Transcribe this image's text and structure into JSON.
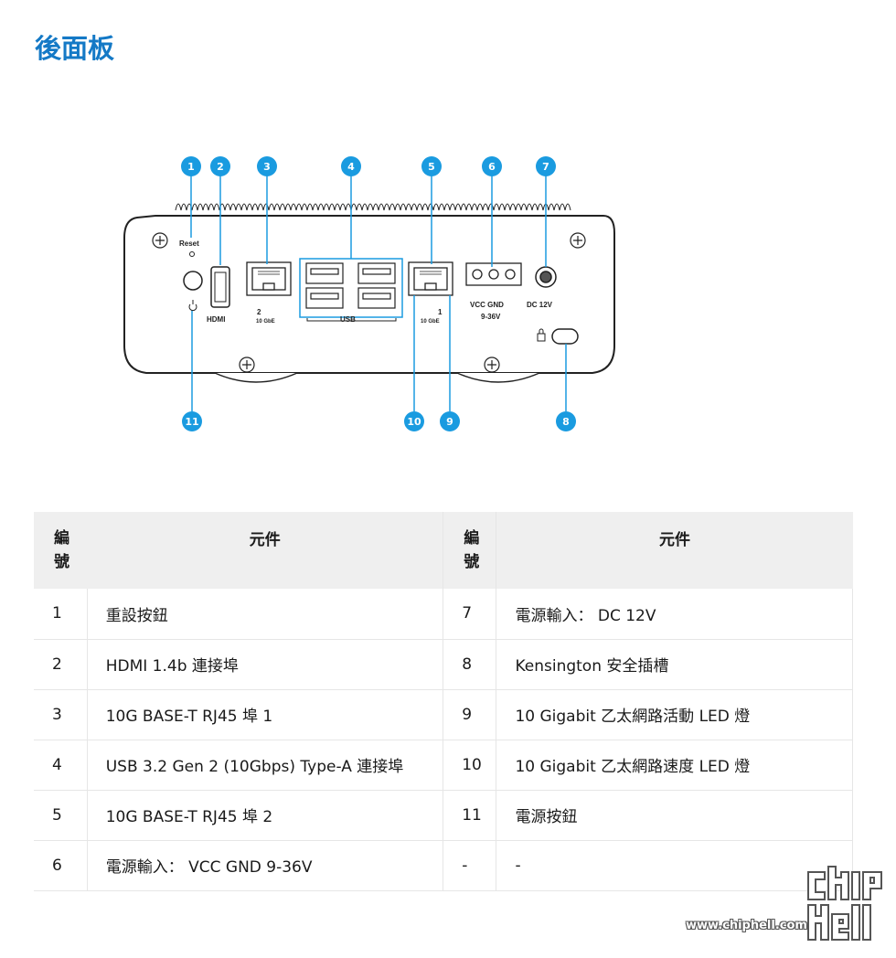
{
  "page": {
    "title": "後面板"
  },
  "diagram": {
    "callouts": [
      "1",
      "2",
      "3",
      "4",
      "5",
      "6",
      "7",
      "8",
      "9",
      "10",
      "11"
    ],
    "labels": {
      "reset": "Reset",
      "hdmi": "HDMI",
      "lan_a_num": "2",
      "lan_a_speed": "10 GbE",
      "usb": "USB",
      "lan_b_num": "1",
      "lan_b_speed": "10 GbE",
      "vcc_gnd": "VCC GND",
      "voltage": "9-36V",
      "dc": "DC 12V"
    },
    "colors": {
      "callout": "#1a9be0",
      "line": "#1a9be0",
      "chassis": "#222222"
    }
  },
  "table": {
    "header": {
      "num": "編號",
      "component": "元件"
    },
    "rows": [
      {
        "n1": "1",
        "c1": "重設按鈕",
        "n2": "7",
        "c2": "電源輸入： DC 12V"
      },
      {
        "n1": "2",
        "c1": "HDMI 1.4b 連接埠",
        "n2": "8",
        "c2": "Kensington 安全插槽"
      },
      {
        "n1": "3",
        "c1": "10G BASE-T RJ45 埠 1",
        "n2": "9",
        "c2": "10 Gigabit 乙太網路活動 LED 燈"
      },
      {
        "n1": "4",
        "c1": "USB 3.2 Gen 2 (10Gbps) Type-A 連接埠",
        "n2": "10",
        "c2": "10 Gigabit 乙太網路速度 LED 燈"
      },
      {
        "n1": "5",
        "c1": "10G BASE-T RJ45 埠 2",
        "n2": "11",
        "c2": "電源按鈕"
      },
      {
        "n1": "6",
        "c1": "電源輸入： VCC GND 9-36V",
        "n2": "-",
        "c2": "-"
      }
    ]
  },
  "watermark": {
    "url": "www.chiphell.com"
  }
}
